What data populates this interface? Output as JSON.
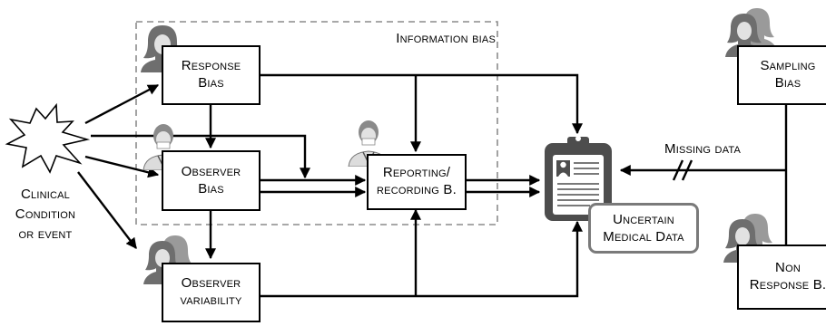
{
  "info_group": {
    "label": "Information bias"
  },
  "nodes": {
    "response": {
      "line1": "Response",
      "line2": "Bias"
    },
    "observer": {
      "line1": "Observer",
      "line2": "Bias"
    },
    "reporting": {
      "line1": "Reporting/",
      "line2": "recording B."
    },
    "variability": {
      "line1": "Observer",
      "line2": "variability"
    },
    "sampling": {
      "line1": "Sampling",
      "line2": "Bias"
    },
    "nonresponse": {
      "line1": "Non",
      "line2": "Response B."
    }
  },
  "clinical": {
    "line1": "Clinical",
    "line2": "Condition",
    "line3": "or event"
  },
  "uncertain": {
    "line1": "Uncertain",
    "line2": "Medical Data"
  },
  "missing": {
    "label": "Missing data"
  },
  "icons": [
    "patient-icon",
    "doctor-icon",
    "clipboard-icon",
    "explosion-icon"
  ],
  "colors": {
    "line": "#000000",
    "dashed": "#8c8c8c",
    "uncertain_border": "#7a7a7a",
    "clipboard": "#4d4d4d"
  }
}
